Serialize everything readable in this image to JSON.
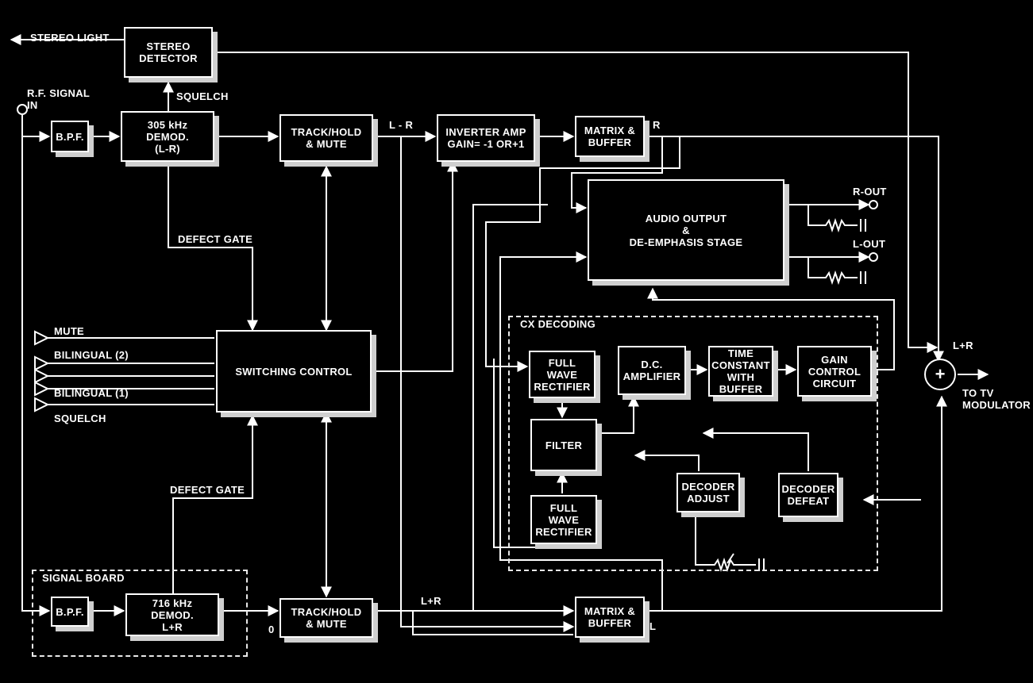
{
  "blocks": {
    "stereo_detector": "STEREO\nDETECTOR",
    "bpf_top": "B.P.F.",
    "demod_305": "305 kHz\nDEMOD.\n(L-R)",
    "track_hold_top": "TRACK/HOLD\n& MUTE",
    "inverter_amp": "INVERTER AMP\nGAIN= -1 OR+1",
    "matrix_top": "MATRIX &\nBUFFER",
    "audio_output": "AUDIO OUTPUT\n&\nDE-EMPHASIS STAGE",
    "switching_control": "SWITCHING  CONTROL",
    "full_wave_1": "FULL\nWAVE\nRECTIFIER",
    "dc_amplifier": "D.C.\nAMPLIFIER",
    "time_constant": "TIME\nCONSTANT\nWITH\nBUFFER",
    "gain_control": "GAIN\nCONTROL\nCIRCUIT",
    "filter": "FILTER",
    "full_wave_2": "FULL\nWAVE\nRECTIFIER",
    "decoder_adjust": "DECODER\nADJUST",
    "decoder_defeat": "DECODER\nDEFEAT",
    "bpf_bottom": "B.P.F.",
    "demod_716": "716 kHz\nDEMOD.\nL+R",
    "track_hold_bottom": "TRACK/HOLD\n& MUTE",
    "matrix_bottom": "MATRIX &\nBUFFER",
    "summer": "+"
  },
  "regions": {
    "cx_decoding": "CX DECODING",
    "signal_board": "SIGNAL BOARD"
  },
  "labels": {
    "stereo_light": "STEREO LIGHT",
    "rf_signal_in": "R.F. SIGNAL\nIN",
    "squelch_top": "SQUELCH",
    "l_minus_r": "L - R",
    "r_channel": "R",
    "r_out": "R-OUT",
    "l_out": "L-OUT",
    "defect_gate_top": "DEFECT GATE",
    "mute": "MUTE",
    "bilingual_2": "BILINGUAL (2)",
    "bilingual_1": "BILINGUAL (1)",
    "squelch_left": "SQUELCH",
    "l_plus_r_right": "L+R",
    "to_tv_modulator": "TO TV\nMODULATOR",
    "defect_gate_bottom": "DEFECT GATE",
    "l_plus_r_bottom": "L+R",
    "l_channel": "L",
    "zero_mark": "0"
  }
}
